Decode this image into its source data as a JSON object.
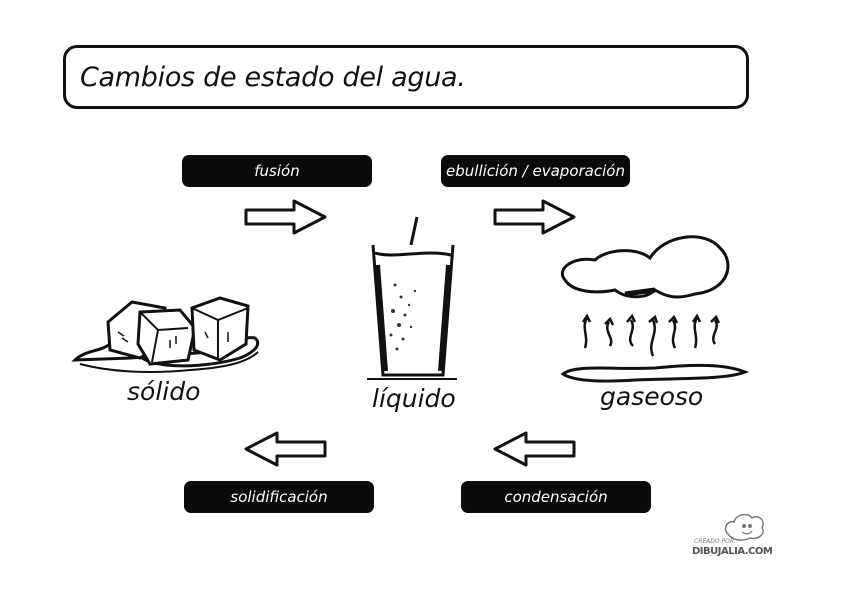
{
  "title": "Cambios de estado del agua.",
  "processes": {
    "fusion": "fusión",
    "evaporation": "ebullición / evaporación",
    "solidification": "solidificación",
    "condensation": "condensación"
  },
  "states": {
    "solid": "sólido",
    "liquid": "líquido",
    "gas": "gaseoso"
  },
  "arrows": {
    "fusion_direction": "right",
    "evaporation_direction": "right",
    "solidification_direction": "left",
    "condensation_direction": "left"
  },
  "illustrations": {
    "solid": "ice-cubes-icon",
    "liquid": "water-glass-icon",
    "gas": "cloud-steam-icon"
  },
  "credit": {
    "small": "CREADO POR",
    "big": "DIBUJALIA.COM"
  },
  "colors": {
    "ink": "#111111",
    "pill_background": "#0a0a0a",
    "pill_text": "#ffffff",
    "background": "#ffffff"
  }
}
